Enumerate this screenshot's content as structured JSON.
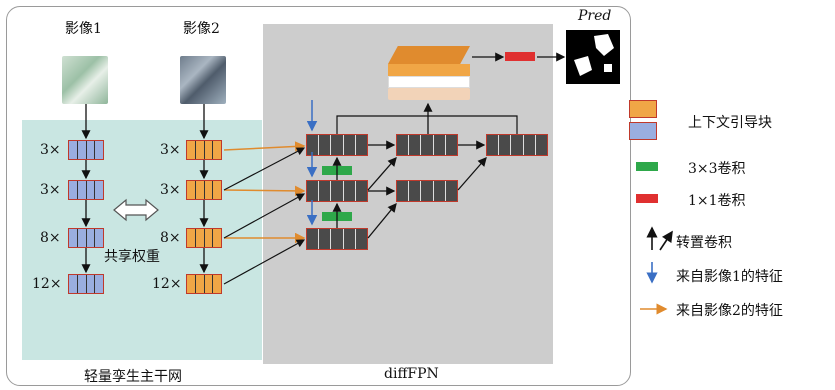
{
  "images": {
    "img1": "影像1",
    "img2": "影像2"
  },
  "pred_label": "Pred",
  "multipliers_left": [
    "3×",
    "3×",
    "8×",
    "12×"
  ],
  "multipliers_right": [
    "3×",
    "3×",
    "8×",
    "12×"
  ],
  "shared_weights": "共享权重",
  "backbone_caption": "轻量孪生主干网",
  "fpn_caption": "diffFPN",
  "legend": {
    "context_block": "上下文引导块",
    "conv3": "3×3卷积",
    "conv1": "1×1卷积",
    "transpose": "转置卷积",
    "feat1": "来自影像1的特征",
    "feat2": "来自影像2的特征"
  },
  "colors": {
    "orange_block": "#f0a646",
    "blue_block": "#9aaee0",
    "conv3": "#2ea84a",
    "conv1": "#e03030",
    "backbone_bg": "#c9e6e2",
    "fpn_bg": "#cdcdcd"
  }
}
